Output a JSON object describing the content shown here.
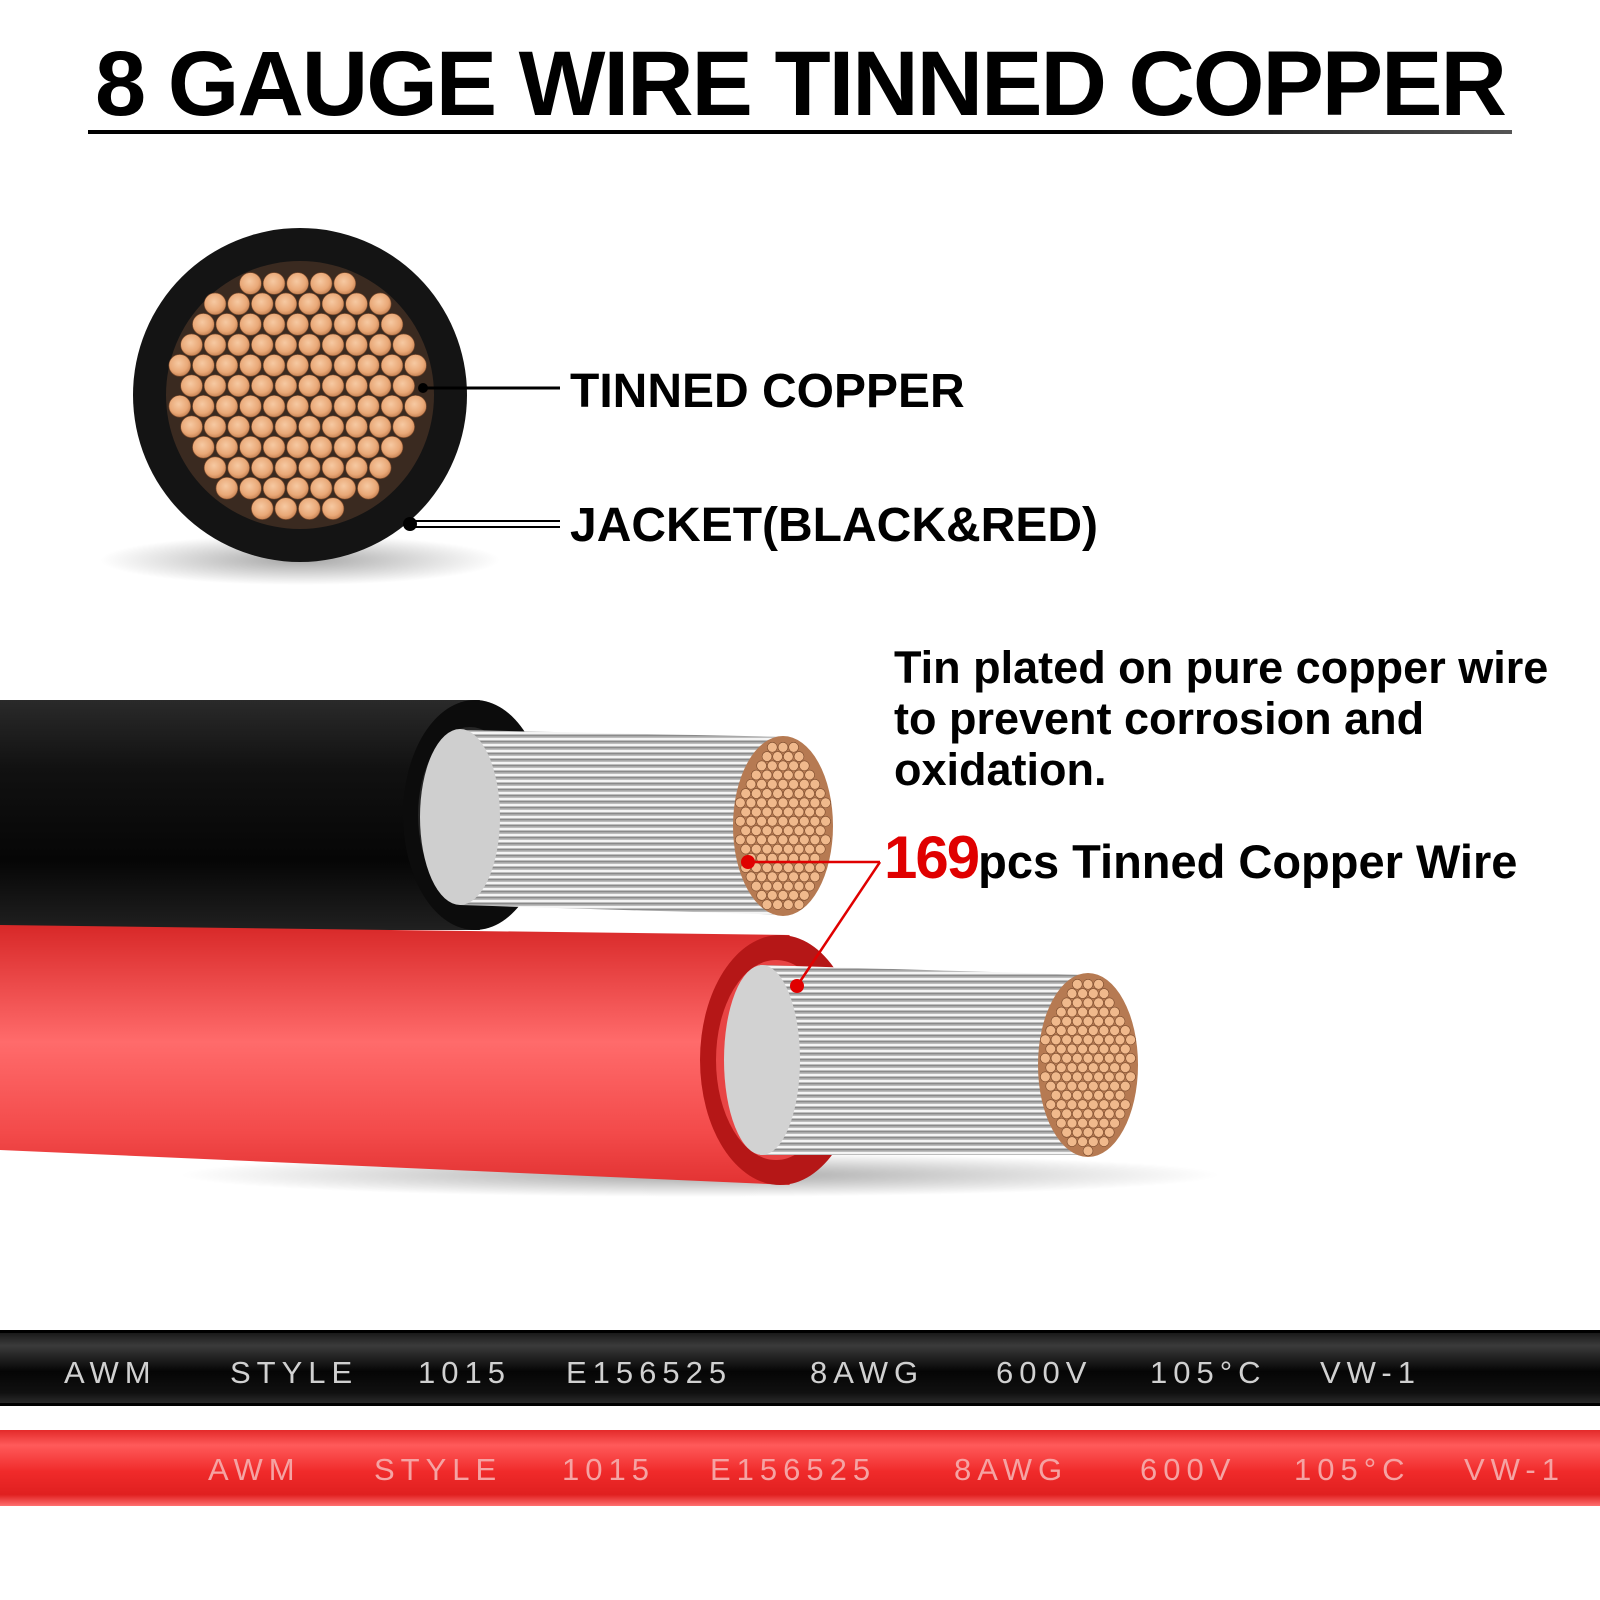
{
  "title": "8 GAUGE WIRE TINNED COPPER",
  "labels": {
    "tinned_copper": "TINNED COPPER",
    "jacket": "JACKET(BLACK&RED)"
  },
  "description": "Tin plated on pure copper wire to prevent corrosion and oxidation.",
  "strand_count": {
    "number": "169",
    "text": "pcs Tinned Copper Wire"
  },
  "marking": [
    "AWM",
    "STYLE",
    "1015",
    "E156525",
    "8AWG",
    "600V",
    "105°C",
    "VW-1"
  ],
  "colors": {
    "jacket_black": "#111111",
    "jacket_red": "#f03a3a",
    "copper": "#e9a877",
    "tin": "#c9c9c9",
    "callout_red": "#e00000"
  }
}
